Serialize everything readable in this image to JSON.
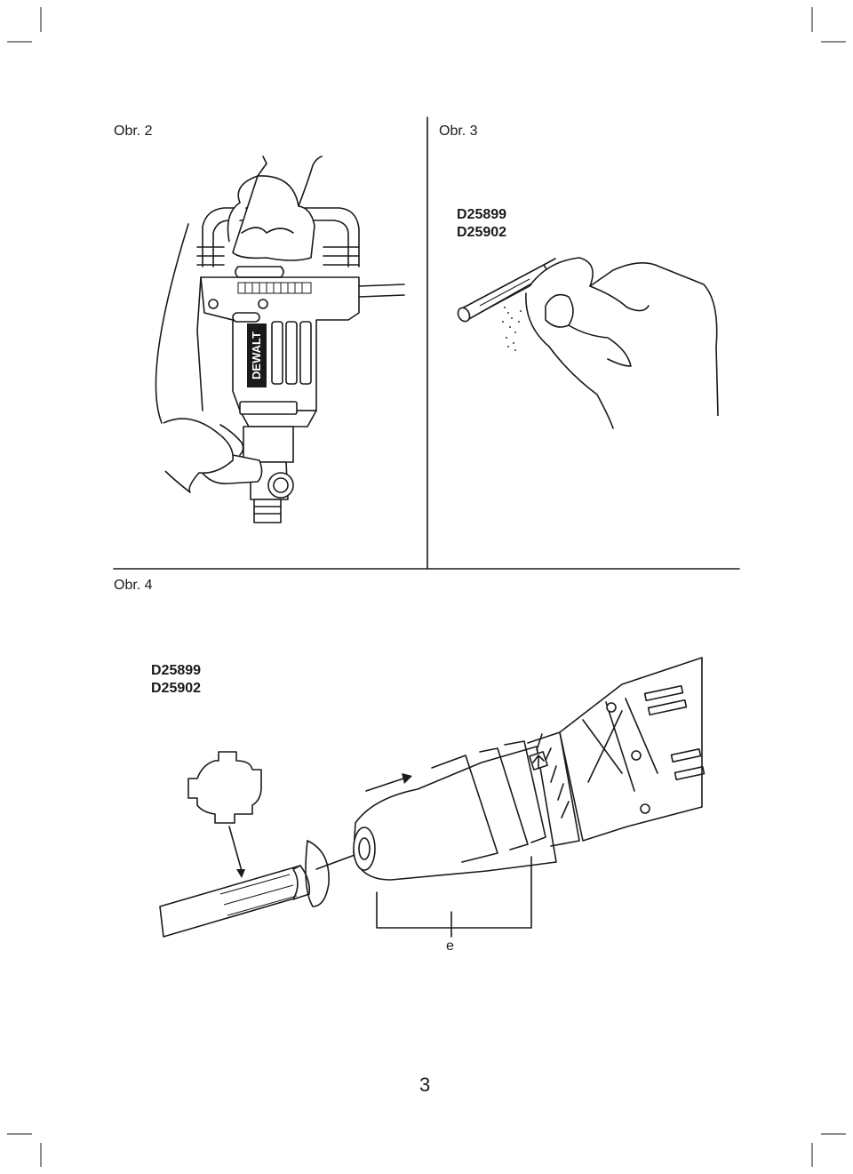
{
  "figures": {
    "fig2": {
      "label": "Obr. 2"
    },
    "fig3": {
      "label": "Obr. 3",
      "models": [
        "D25899",
        "D25902"
      ]
    },
    "fig4": {
      "label": "Obr. 4",
      "models": [
        "D25899",
        "D25902"
      ],
      "callout": "e"
    }
  },
  "branding": {
    "logo_text": "DEWALT"
  },
  "page": {
    "number": "3"
  }
}
